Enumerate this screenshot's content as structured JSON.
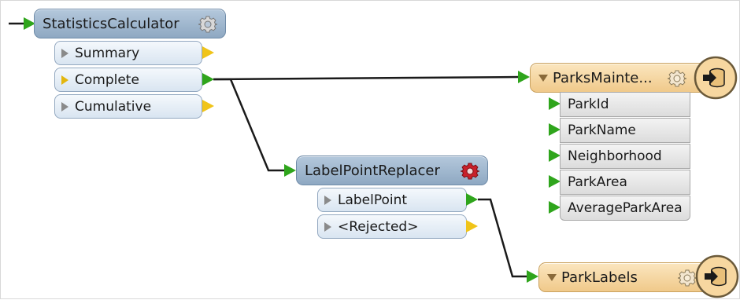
{
  "nodes": {
    "statistics_calculator": {
      "title": "StatisticsCalculator",
      "ports": [
        "Summary",
        "Complete",
        "Cumulative"
      ]
    },
    "label_point_replacer": {
      "title": "LabelPointReplacer",
      "ports": [
        "LabelPoint",
        "<Rejected>"
      ]
    },
    "parks_maintenance": {
      "title": "ParksMainte...",
      "attributes": [
        "ParkId",
        "ParkName",
        "Neighborhood",
        "ParkArea",
        "AverageParkArea"
      ]
    },
    "park_labels": {
      "title": "ParkLabels"
    }
  },
  "colors": {
    "transformer_header": "#9fb6ce",
    "writer_header": "#f4d49f",
    "connection_green": "#2fa51c",
    "unconnected_yellow": "#f0c419",
    "warning_gear": "#c8202a",
    "wire": "#1a1a1a"
  },
  "icons": {
    "settings": "gear-icon",
    "warning_settings": "gear-icon-red",
    "writer": "database-writer-icon"
  }
}
